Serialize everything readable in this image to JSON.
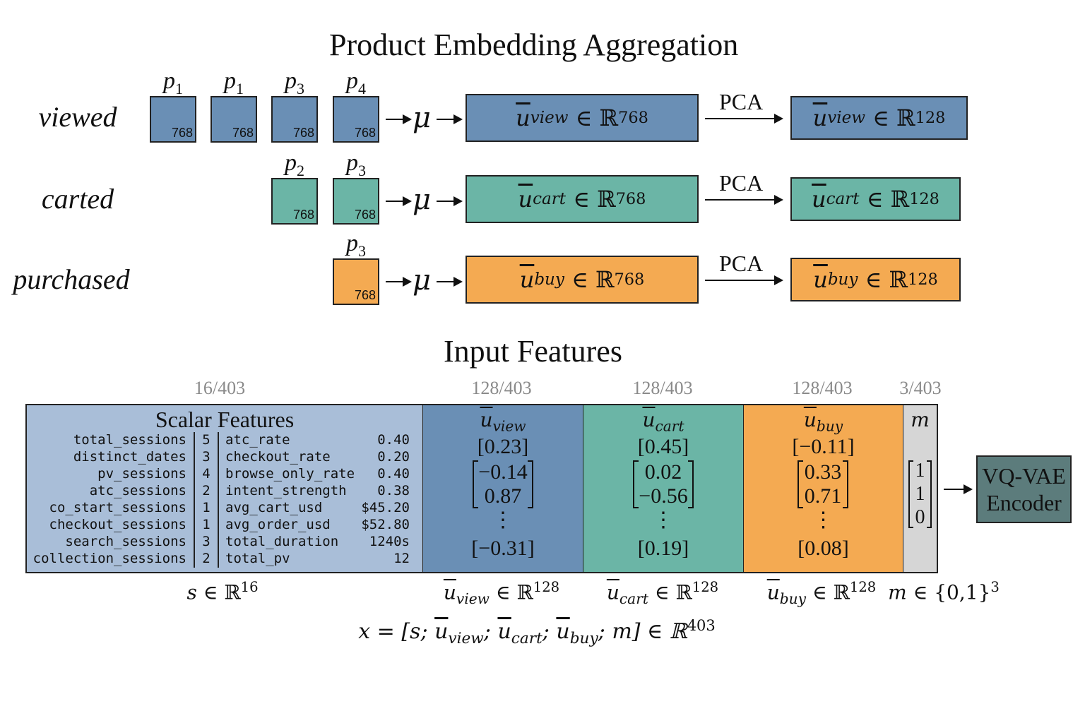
{
  "top_title": "Product Embedding Aggregation",
  "mu_symbol": "μ",
  "rows": [
    {
      "label": "viewed",
      "products": [
        {
          "p": "p",
          "sub": "1"
        },
        {
          "p": "p",
          "sub": "1"
        },
        {
          "p": "p",
          "sub": "3"
        },
        {
          "p": "p",
          "sub": "4"
        }
      ],
      "agg": {
        "name": "u",
        "sub": "view",
        "sup": "768"
      },
      "pca_label": "PCA",
      "reduced": {
        "name": "u",
        "sub": "view",
        "sup": "128"
      }
    },
    {
      "label": "carted",
      "products": [
        {
          "p": "p",
          "sub": "2"
        },
        {
          "p": "p",
          "sub": "3"
        }
      ],
      "agg": {
        "name": "u",
        "sub": "cart",
        "sup": "768"
      },
      "pca_label": "PCA",
      "reduced": {
        "name": "u",
        "sub": "cart",
        "sup": "128"
      }
    },
    {
      "label": "purchased",
      "products": [
        {
          "p": "p",
          "sub": "3"
        }
      ],
      "agg": {
        "name": "u",
        "sub": "buy",
        "sup": "768"
      },
      "pca_label": "PCA",
      "reduced": {
        "name": "u",
        "sub": "buy",
        "sup": "128"
      }
    }
  ],
  "product_dim": "768",
  "bottom_title": "Input Features",
  "fractions": [
    "16/403",
    "128/403",
    "128/403",
    "128/403",
    "3/403"
  ],
  "scalar": {
    "title": "Scalar Features",
    "left": [
      {
        "name": "total_sessions",
        "value": "5"
      },
      {
        "name": "distinct_dates",
        "value": "3"
      },
      {
        "name": "pv_sessions",
        "value": "4"
      },
      {
        "name": "atc_sessions",
        "value": "2"
      },
      {
        "name": "co_start_sessions",
        "value": "1"
      },
      {
        "name": "checkout_sessions",
        "value": "1"
      },
      {
        "name": "search_sessions",
        "value": "3"
      },
      {
        "name": "collection_sessions",
        "value": "2"
      }
    ],
    "right": [
      {
        "name": "atc_rate",
        "value": "0.40"
      },
      {
        "name": "checkout_rate",
        "value": "0.20"
      },
      {
        "name": "browse_only_rate",
        "value": "0.40"
      },
      {
        "name": "intent_strength",
        "value": "0.38"
      },
      {
        "name": "avg_cart_usd",
        "value": "$45.20"
      },
      {
        "name": "avg_order_usd",
        "value": "$52.80"
      },
      {
        "name": "total_duration",
        "value": "1240s"
      },
      {
        "name": "total_pv",
        "value": "12"
      }
    ]
  },
  "vectors": [
    {
      "name": "u",
      "sub": "view",
      "first": "[0.23]",
      "mid": [
        "−0.14",
        "0.87"
      ],
      "dots": "⋮",
      "last": "[−0.31]"
    },
    {
      "name": "u",
      "sub": "cart",
      "first": "[0.45]",
      "mid": [
        "0.02",
        "−0.56"
      ],
      "dots": "⋮",
      "last": "[0.19]"
    },
    {
      "name": "u",
      "sub": "buy",
      "first": "[−0.11]",
      "mid": [
        "0.33",
        "0.71"
      ],
      "dots": "⋮",
      "last": "[0.08]"
    }
  ],
  "mask": {
    "name": "m",
    "values": [
      "1",
      "1",
      "0"
    ]
  },
  "encoder": {
    "line1": "VQ-VAE",
    "line2": "Encoder"
  },
  "bottom_labels": {
    "s": {
      "name": "s",
      "in": "∈ ℝ",
      "sup": "16"
    },
    "view": {
      "name": "u",
      "sub": "view",
      "in": "∈ ℝ",
      "sup": "128"
    },
    "cart": {
      "name": "u",
      "sub": "cart",
      "in": "∈ ℝ",
      "sup": "128"
    },
    "buy": {
      "name": "u",
      "sub": "buy",
      "in": "∈ ℝ",
      "sup": "128"
    },
    "m": {
      "name": "m",
      "in": "∈ {0,1}",
      "sup": "3"
    }
  },
  "formula": {
    "lhs": "x = [s; ",
    "parts": [
      {
        "name": "u",
        "sub": "view"
      },
      {
        "name": "u",
        "sub": "cart"
      },
      {
        "name": "u",
        "sub": "buy"
      }
    ],
    "tail": "; m] ∈ ℝ",
    "sup": "403"
  },
  "colors": {
    "view": "#6a8fb5",
    "cart": "#6bb5a6",
    "buy": "#f4aa52",
    "scalar": "#a9bed8",
    "mask": "#d6d6d6",
    "encoder": "#5c7c7c"
  }
}
